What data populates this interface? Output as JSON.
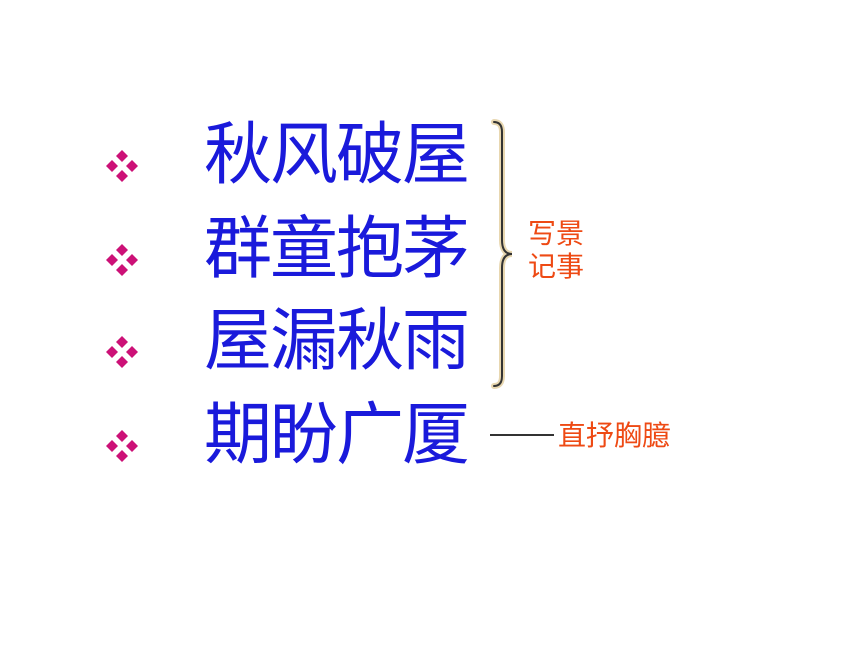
{
  "items": [
    {
      "text": "秋风破屋"
    },
    {
      "text": "群童抱茅"
    },
    {
      "text": "屋漏秋雨"
    },
    {
      "text": "期盼广厦"
    }
  ],
  "annotations": {
    "group_label_line1": "写景",
    "group_label_line2": "记事",
    "last_item_label": "直抒胸臆"
  },
  "colors": {
    "bullet": "#cc1177",
    "item_text": "#1a1adb",
    "annotation": "#ee4a14",
    "brace_fill": "#e8d7b0",
    "brace_stroke": "#333333"
  },
  "icons": {
    "bullet": "four-diamond-bullet-icon",
    "brace": "right-curly-bracket-icon"
  }
}
